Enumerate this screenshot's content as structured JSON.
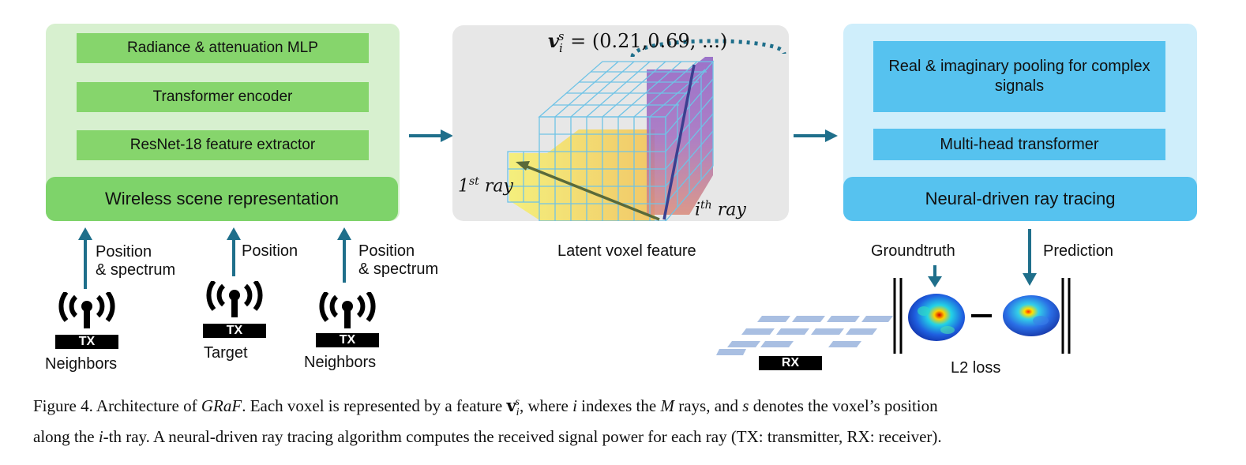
{
  "left": {
    "box1": "Radiance & attenuation MLP",
    "box2": "Transformer encoder",
    "box3": "ResNet-18 feature extractor",
    "bar": "Wireless scene representation"
  },
  "middle": {
    "formula_lhs": "v",
    "formula_sup": "s",
    "formula_sub": "i",
    "formula_rhs": "= (0.21,0.69, ...)",
    "ray1": "1",
    "ray1_sup": "st",
    "ray1_word": "ray",
    "rayi": "i",
    "rayi_sup": "th",
    "rayi_word": "ray",
    "caption": "Latent voxel feature"
  },
  "right": {
    "box1": "Real & imaginary pooling for complex signals",
    "box2": "Multi-head transformer",
    "bar": "Neural-driven ray tracing"
  },
  "inputs": {
    "left_label_1": "Position",
    "left_label_2": "& spectrum",
    "mid_label": "Position",
    "right_label_1": "Position",
    "right_label_2": "& spectrum",
    "tx": "TX",
    "neighbors": "Neighbors",
    "target": "Target"
  },
  "output": {
    "groundtruth": "Groundtruth",
    "prediction": "Prediction",
    "rx": "RX",
    "loss": "L2 loss"
  },
  "caption": {
    "prefix": "Figure 4. Architecture of ",
    "model": "GRaF",
    "part1": ". Each voxel is represented by a feature ",
    "feat": "v",
    "feat_sub": "i",
    "feat_sup": "s",
    "part2": ", where ",
    "var_i": "i",
    "part3": " indexes the ",
    "var_M": "M",
    "part4": " rays, and ",
    "var_s": "s",
    "part5": " denotes the voxel’s position",
    "line2a": "along the ",
    "line2_i": "i",
    "line2b": "-th ray. A neural-driven ray tracing algorithm computes the received signal power for each ray (TX: transmitter, RX: receiver)."
  },
  "colors": {
    "green_panel": "#d7f0cf",
    "green_box": "#86d56c",
    "blue_panel": "#cfeefb",
    "blue_box": "#56c2ef",
    "arrow": "#1f6f8b",
    "voxel_grid": "#6fc3e6"
  },
  "icons": [
    "antenna-icon",
    "arrow-right-icon",
    "arrow-up-icon",
    "arrow-down-icon",
    "heatmap-icon",
    "rx-grid-icon"
  ]
}
